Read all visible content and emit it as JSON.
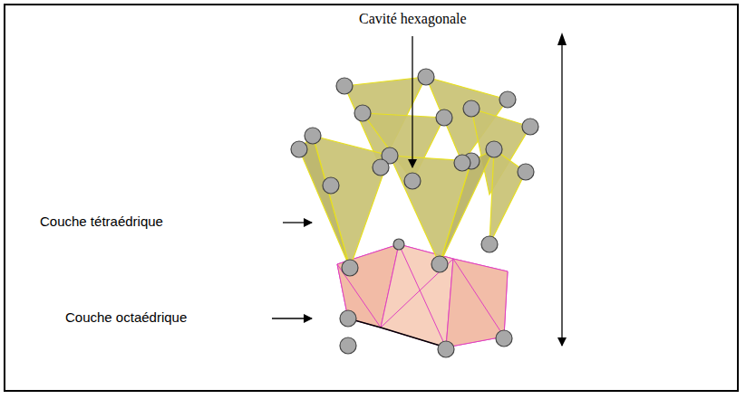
{
  "diagram": {
    "labels": [
      "Cavité hexagonale",
      "Couche tétraédrique",
      "Couche octaédrique"
    ]
  }
}
